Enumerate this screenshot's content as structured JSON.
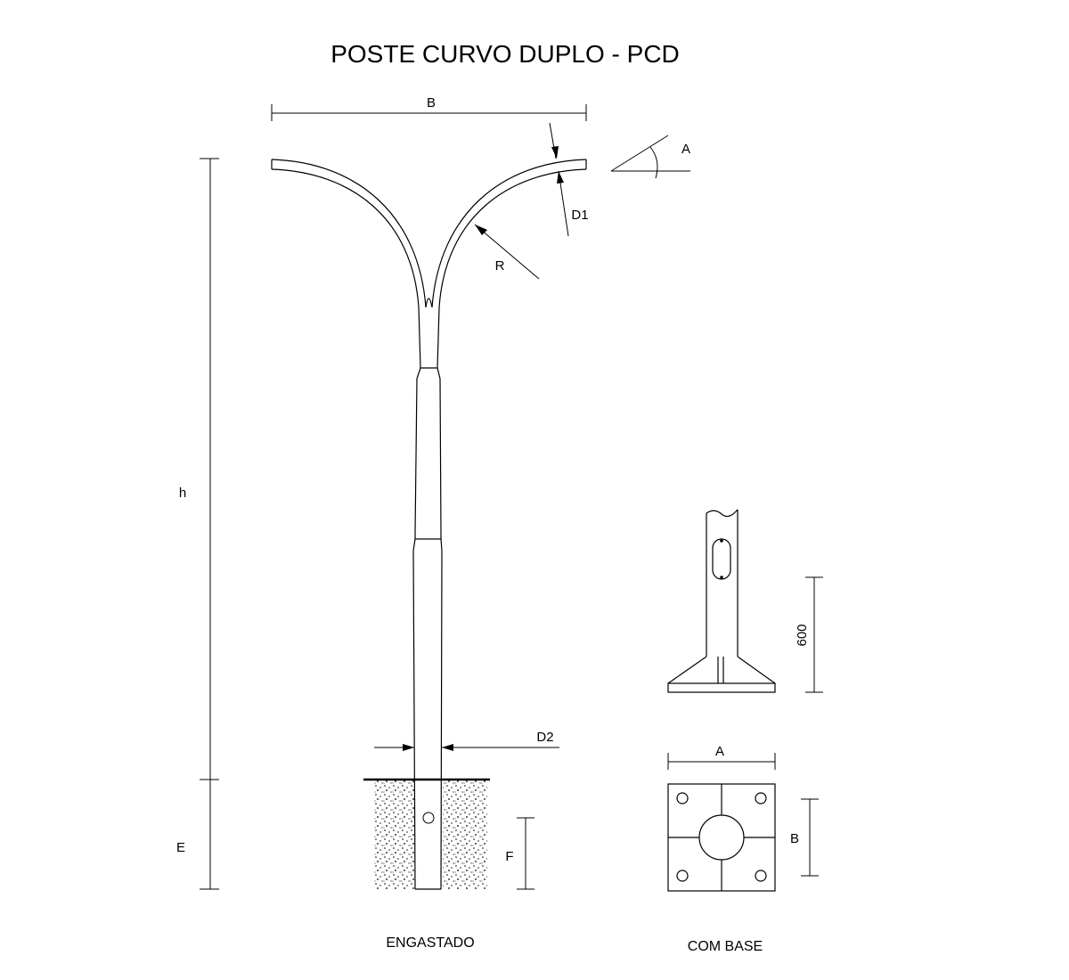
{
  "title": "POSTE CURVO DUPLO - PCD",
  "dimensions": {
    "B": "B",
    "A": "A",
    "D1": "D1",
    "R": "R",
    "h": "h",
    "E": "E",
    "F": "F",
    "D2": "D2"
  },
  "base_view": {
    "height_label": "600",
    "width_label": "A",
    "depth_label": "B"
  },
  "captions": {
    "embedded": "ENGASTADO",
    "with_base": "COM BASE"
  }
}
